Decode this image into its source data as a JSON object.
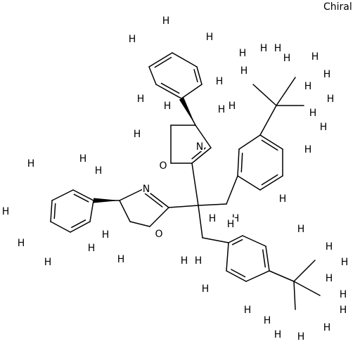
{
  "figure": {
    "chiral_label": "Chiral",
    "atom_label_H": "H",
    "atom_label_N": "N",
    "atom_label_O": "O"
  }
}
